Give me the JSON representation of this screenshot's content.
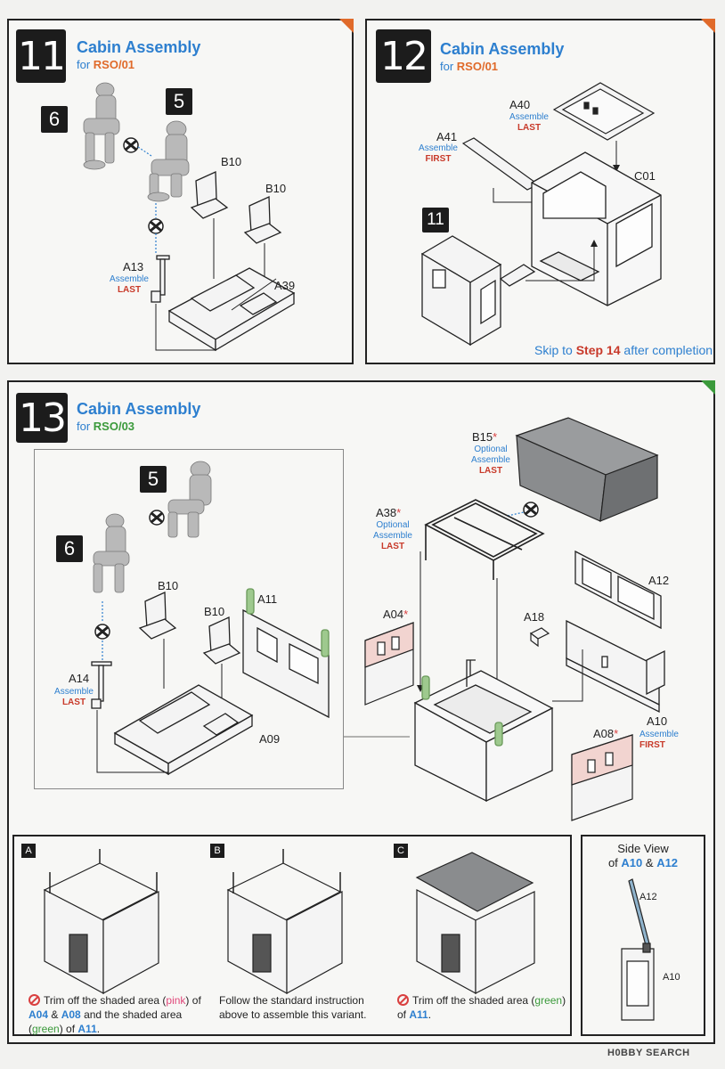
{
  "step11": {
    "number": "11",
    "title": "Cabin Assembly",
    "for_prefix": "for",
    "variant": "RSO/01",
    "parts": {
      "fig6": "6",
      "fig5": "5",
      "seat1": "B10",
      "seat2": "B10",
      "lever": "A13",
      "lever_note1": "Assemble",
      "lever_note2": "LAST",
      "floor": "A39"
    }
  },
  "step12": {
    "number": "12",
    "title": "Cabin Assembly",
    "for_prefix": "for",
    "variant": "RSO/01",
    "parts": {
      "roof": "A40",
      "roof_note1": "Assemble",
      "roof_note2": "LAST",
      "rail": "A41",
      "rail_note1": "Assemble",
      "rail_note2": "FIRST",
      "cab": "C01",
      "ref": "11"
    },
    "skip_text_1": "Skip to",
    "skip_step": "Step 14",
    "skip_text_2": "after completion"
  },
  "step13": {
    "number": "13",
    "title": "Cabin Assembly",
    "for_prefix": "for",
    "variant": "RSO/03",
    "parts": {
      "fig5": "5",
      "fig6": "6",
      "seat1": "B10",
      "seat2": "B10",
      "panel": "A11",
      "lever": "A14",
      "lever_note1": "Assemble",
      "lever_note2": "LAST",
      "floor": "A09",
      "canvas": "B15",
      "canvas_note1": "Optional",
      "canvas_note2": "Assemble",
      "canvas_note3": "LAST",
      "frame": "A38",
      "frame_note1": "Optional",
      "frame_note2": "Assemble",
      "frame_note3": "LAST",
      "door_left": "A04",
      "rear": "A12",
      "small": "A18",
      "side": "A10",
      "side_note1": "Assemble",
      "side_note2": "FIRST",
      "door_right": "A08"
    }
  },
  "variants": {
    "a": {
      "letter": "A",
      "text_1": "Trim off the shaded area (",
      "pink": "pink",
      "text_2": ")",
      "text_3": "of",
      "part1": "A04",
      "amp": "&",
      "part2": "A08",
      "text_4": "and the shaded",
      "text_5": "area (",
      "green": "green",
      "text_6": ") of",
      "part3": "A11",
      "text_7": "."
    },
    "b": {
      "letter": "B",
      "line1": "Follow the standard instruction",
      "line2": "above to assemble this variant."
    },
    "c": {
      "letter": "C",
      "text_1": "Trim off the shaded area (",
      "green": "green",
      "text_2": ")",
      "text_3": "of",
      "part": "A11",
      "text_4": "."
    }
  },
  "side_view": {
    "title": "Side View",
    "of": "of",
    "part1": "A10",
    "amp": "&",
    "part2": "A12",
    "label_top": "A12",
    "label_bottom": "A10"
  },
  "watermark": "H0BBY SEARCH",
  "colors": {
    "accent_blue": "#2d7fcf",
    "orange": "#e06a2a",
    "green": "#3b9a3b",
    "red": "#c83a2a",
    "pink_shade": "#f2d4d0",
    "green_shade": "#9ec98e"
  }
}
